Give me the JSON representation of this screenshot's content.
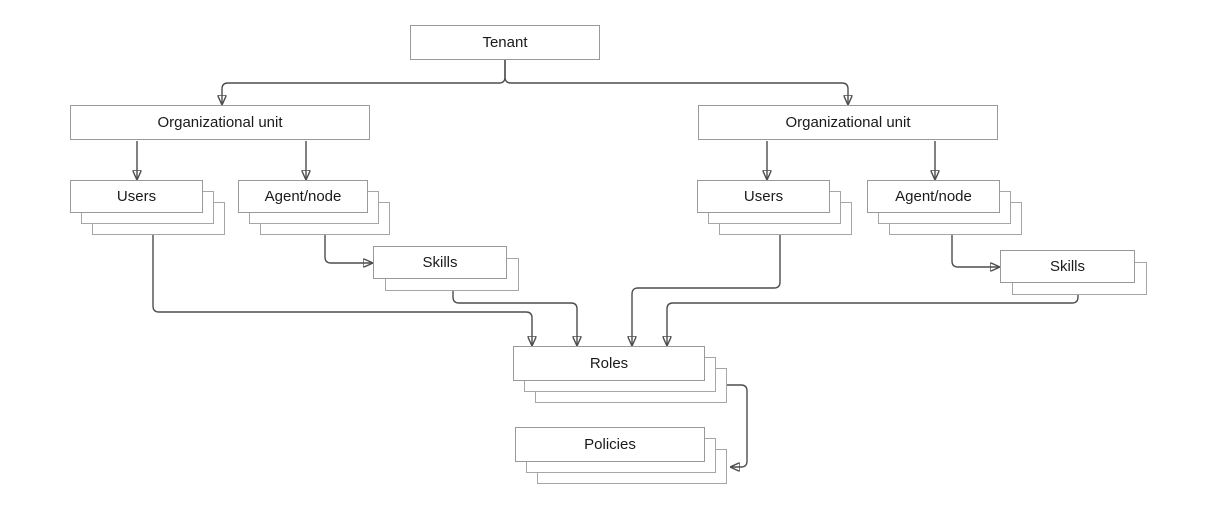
{
  "diagram": {
    "description": "Tenant hierarchy diagram: tenant contains organizational units, which contain users and agent/node stacks; agents/nodes have skills; users and skills map to roles; roles map to policies.",
    "colors": {
      "background": "#ffffff",
      "box_fill": "#ffffff",
      "box_border": "#999999",
      "stack_border": "#a6a6a6",
      "connector": "#4d4d4d",
      "text": "#1a1a1a"
    },
    "nodes": [
      {
        "id": "tenant",
        "label": "Tenant",
        "stack_count": 1
      },
      {
        "id": "ou-left",
        "label": "Organizational unit",
        "stack_count": 1
      },
      {
        "id": "ou-right",
        "label": "Organizational unit",
        "stack_count": 1
      },
      {
        "id": "users-left",
        "label": "Users",
        "stack_count": 3
      },
      {
        "id": "agent-left",
        "label": "Agent/node",
        "stack_count": 3
      },
      {
        "id": "skills-left",
        "label": "Skills",
        "stack_count": 2
      },
      {
        "id": "users-right",
        "label": "Users",
        "stack_count": 3
      },
      {
        "id": "agent-right",
        "label": "Agent/node",
        "stack_count": 3
      },
      {
        "id": "skills-right",
        "label": "Skills",
        "stack_count": 2
      },
      {
        "id": "roles",
        "label": "Roles",
        "stack_count": 3
      },
      {
        "id": "policies",
        "label": "Policies",
        "stack_count": 3
      }
    ],
    "edges": [
      {
        "from": "Tenant",
        "to": "Organizational unit (left)"
      },
      {
        "from": "Tenant",
        "to": "Organizational unit (right)"
      },
      {
        "from": "Organizational unit (left)",
        "to": "Users (left)"
      },
      {
        "from": "Organizational unit (left)",
        "to": "Agent/node (left)"
      },
      {
        "from": "Organizational unit (right)",
        "to": "Users (right)"
      },
      {
        "from": "Organizational unit (right)",
        "to": "Agent/node (right)"
      },
      {
        "from": "Agent/node (left)",
        "to": "Skills (left)"
      },
      {
        "from": "Agent/node (right)",
        "to": "Skills (right)"
      },
      {
        "from": "Users (left)",
        "to": "Roles"
      },
      {
        "from": "Skills (left)",
        "to": "Roles"
      },
      {
        "from": "Users (right)",
        "to": "Roles"
      },
      {
        "from": "Skills (right)",
        "to": "Roles"
      },
      {
        "from": "Roles",
        "to": "Policies"
      }
    ]
  }
}
